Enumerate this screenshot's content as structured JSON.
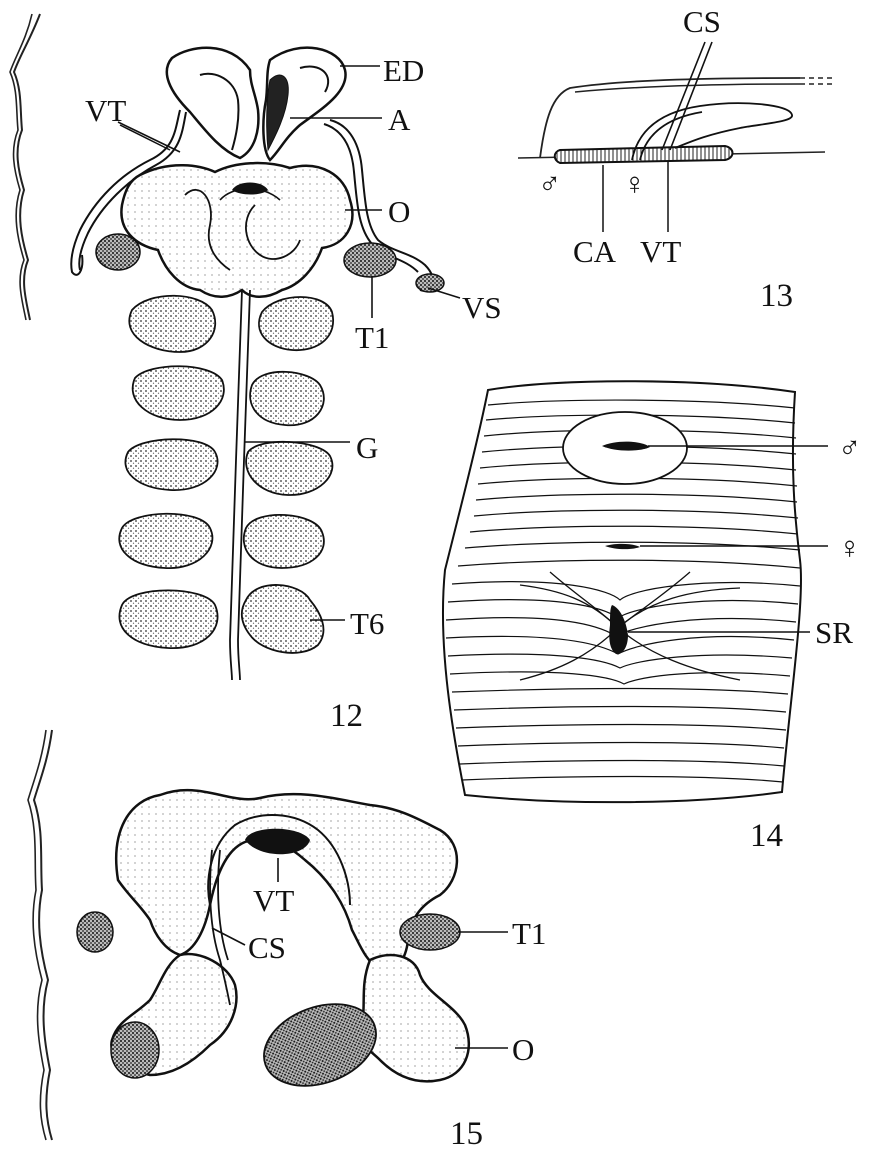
{
  "figures": {
    "fig12": {
      "number": "12",
      "labels": {
        "ed": "ED",
        "a": "A",
        "vt": "VT",
        "o": "O",
        "vs": "VS",
        "t1": "T1",
        "g": "G",
        "t6": "T6"
      }
    },
    "fig13": {
      "number": "13",
      "labels": {
        "cs": "CS",
        "male": "♂",
        "female": "♀",
        "ca": "CA",
        "vt": "VT"
      }
    },
    "fig14": {
      "number": "14",
      "labels": {
        "male": "♂",
        "female": "♀",
        "sr": "SR"
      }
    },
    "fig15": {
      "number": "15",
      "labels": {
        "vt": "VT",
        "t1": "T1",
        "cs": "CS",
        "o": "O"
      }
    }
  }
}
